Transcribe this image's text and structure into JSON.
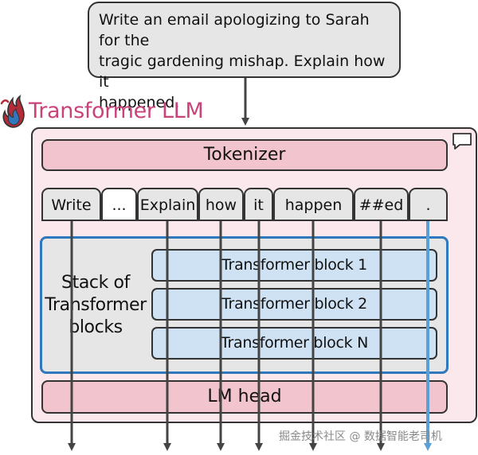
{
  "prompt": {
    "text": "Write an email apologizing to Sarah for the\ntragic gardening mishap. Explain how it\nhappened."
  },
  "title": "Transformer LLM",
  "tokenizer_label": "Tokenizer",
  "tokens": [
    "Write",
    "...",
    "Explain",
    "how",
    "it",
    "happen",
    "##ed",
    "."
  ],
  "stack": {
    "label": "Stack of\nTransformer\nblocks",
    "blocks": [
      "Transformer block 1",
      "Transformer block 2",
      "Transformer block N"
    ]
  },
  "lm_head_label": "LM head",
  "watermark": "掘金技术社区 @ 数据智能老司机",
  "colors": {
    "title": "#c9437a",
    "llm_background": "#fbe8ed",
    "pink_box": "#f2c4cd",
    "stack_border": "#2f78bd",
    "block_fill": "#cfe2f3",
    "gray_fill": "#e6e6e6",
    "highlight_arrow": "#5a9fd6"
  },
  "icons": [
    "flame-icon",
    "chat-bubble-icon"
  ]
}
